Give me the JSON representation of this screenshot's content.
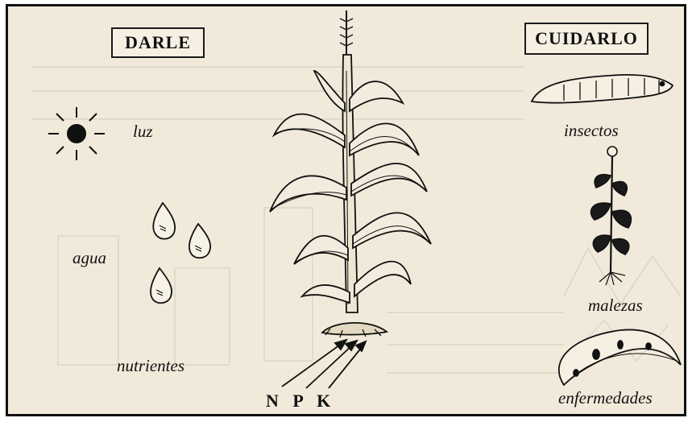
{
  "left_panel": {
    "title": "DARLE",
    "items": [
      "luz",
      "agua",
      "nutrientes"
    ]
  },
  "right_panel": {
    "title": "CUIDARLO",
    "items": [
      "insectos",
      "malezas",
      "enfermedades"
    ]
  },
  "nutrient_letters": "N P K",
  "colors": {
    "ink": "#111111",
    "paper": "#f1eadb",
    "faded_text": "#cfc6b6"
  }
}
